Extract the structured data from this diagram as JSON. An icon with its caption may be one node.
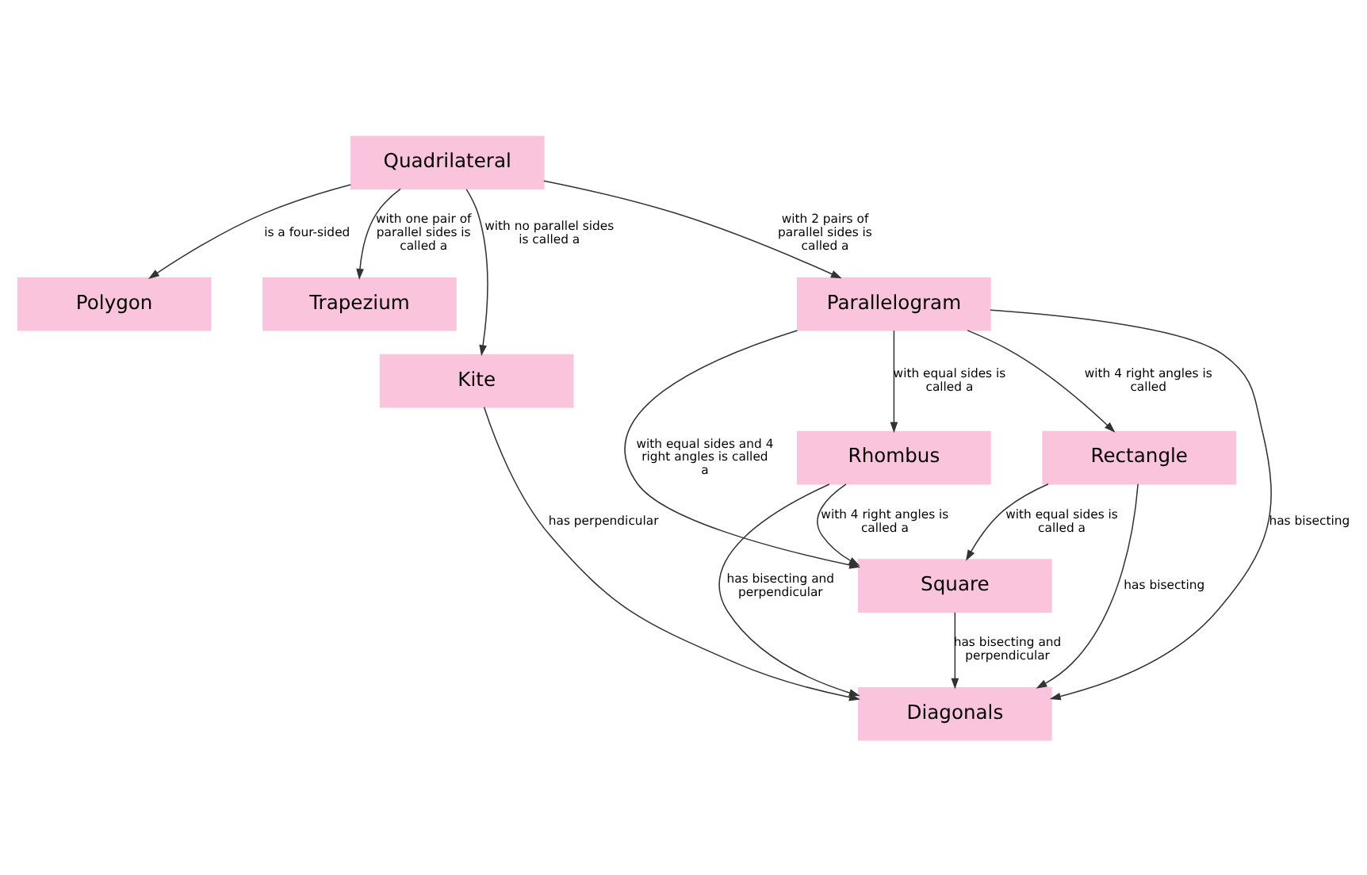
{
  "diagram": {
    "nodes": [
      {
        "text": [
          "Polygon"
        ]
      },
      {
        "text": [
          "Quadrilateral"
        ]
      },
      {
        "text": [
          "Trapezium"
        ]
      },
      {
        "text": [
          "Kite"
        ]
      },
      {
        "text": [
          "Parallelogram"
        ]
      },
      {
        "text": [
          "Rhombus"
        ]
      },
      {
        "text": [
          "Rectangle"
        ]
      },
      {
        "text": [
          "Square"
        ]
      },
      {
        "text": [
          "Diagonals"
        ]
      }
    ],
    "edges": [
      {
        "from": 1,
        "to": 0,
        "arrow": "to",
        "label": "is a four-sided"
      },
      {
        "from": 1,
        "to": 2,
        "arrow": "to",
        "label": "with one pair of parallel sides is called a"
      },
      {
        "from": 1,
        "to": 4,
        "arrow": "to",
        "label": "with 2 pairs of parallel sides is called a"
      },
      {
        "from": 1,
        "to": 3,
        "arrow": "to",
        "label": "with no parallel sides is called a"
      },
      {
        "from": 4,
        "to": 5,
        "arrow": "to",
        "label": "with equal sides is called a"
      },
      {
        "from": 4,
        "to": 7,
        "arrow": "to",
        "label": "with equal sides and 4 right angles is called a"
      },
      {
        "from": 4,
        "to": 6,
        "arrow": "to",
        "label": "with 4 right angles is called"
      },
      {
        "from": 4,
        "to": 8,
        "arrow": "to",
        "label": "has bisecting"
      },
      {
        "from": 3,
        "to": 8,
        "arrow": "to",
        "label": "has perpendicular"
      },
      {
        "from": 5,
        "to": 7,
        "arrow": "to",
        "label": "with 4 right angles is called a"
      },
      {
        "from": 6,
        "to": 7,
        "arrow": "to",
        "label": "with equal sides is called a"
      },
      {
        "from": 6,
        "to": 8,
        "arrow": "to",
        "label": "has bisecting"
      },
      {
        "from": 7,
        "to": 8,
        "arrow": "to",
        "label": "has bisecting and perpendicular"
      },
      {
        "from": 5,
        "to": 8,
        "arrow": "to",
        "label": "has bisecting and perpendicular"
      }
    ]
  }
}
